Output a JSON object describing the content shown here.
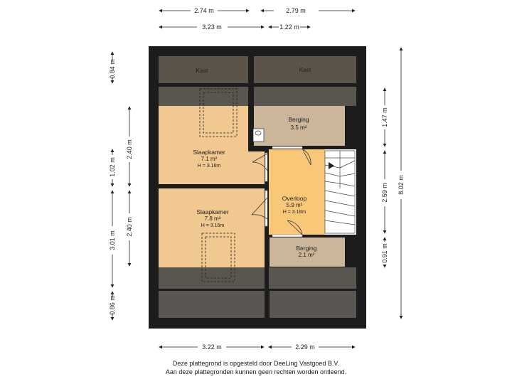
{
  "rooms": {
    "kast_left": {
      "name": "Kast"
    },
    "kast_right": {
      "name": "Kast"
    },
    "berging_top": {
      "name": "Berging",
      "area": "3.5 m²"
    },
    "slaapkamer_1": {
      "name": "Slaapkamer",
      "area": "7.1 m²",
      "height": "H = 3.16m"
    },
    "slaapkamer_2": {
      "name": "Slaapkamer",
      "area": "7.8 m²",
      "height": "H = 3.16m"
    },
    "overloop": {
      "name": "Overloop",
      "area": "5.9 m²",
      "height": "H = 3.18m"
    },
    "berging_bottom": {
      "name": "Berging",
      "area": "2.1 m²"
    }
  },
  "dimensions": {
    "top_1": "2.74 m",
    "top_2": "2.79 m",
    "top_3": "3.23 m",
    "top_4": "1.22 m",
    "bottom_1": "3.22 m",
    "bottom_2": "2.29 m",
    "left_1": "0.84 m",
    "left_2": "1.02 m",
    "left_3": "3.01 m",
    "left_4": "0.86 m",
    "left_inner_1": "2.40 m",
    "left_inner_2": "2.40 m",
    "right_1": "1.47 m",
    "right_2": "2.59 m",
    "right_3": "0.91 m",
    "right_total": "8.02 m"
  },
  "footer": {
    "line1": "Deze plattegrond is opgesteld door DeeLing Vastgoed B.V.",
    "line2": "Aan deze plattegronden kunnen geen rechten worden ontleend."
  },
  "colors": {
    "wall": "#1c1c1c",
    "room_orange": "#f0c890",
    "room_overloop": "#f8c878",
    "room_berging": "#cbb69a",
    "room_dark": "#5a5752",
    "room_kast": "#5c5448",
    "room_slope": "#59564f"
  }
}
